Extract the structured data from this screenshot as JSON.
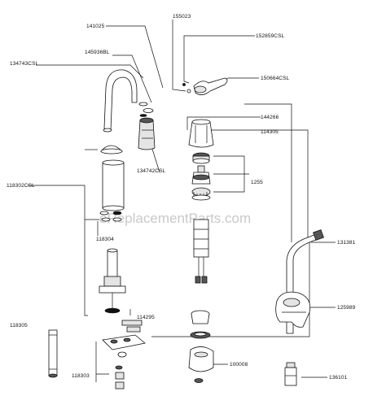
{
  "watermark": "eReplacementParts.com",
  "callouts": [
    {
      "id": "c-141025",
      "label": "141025"
    },
    {
      "id": "c-155023",
      "label": "155023"
    },
    {
      "id": "c-152859csl",
      "label": "152859CSL"
    },
    {
      "id": "c-145936bl",
      "label": "145936BL"
    },
    {
      "id": "c-134743csl",
      "label": "134743CSL"
    },
    {
      "id": "c-150664csl",
      "label": "150664CSL"
    },
    {
      "id": "c-144266",
      "label": "144266"
    },
    {
      "id": "c-114305",
      "label": "114305"
    },
    {
      "id": "c-134742csl",
      "label": "134742CSL"
    },
    {
      "id": "c-118302csl",
      "label": "118302CSL"
    },
    {
      "id": "c-1255",
      "label": "1255"
    },
    {
      "id": "c-118304",
      "label": "118304"
    },
    {
      "id": "c-131381",
      "label": "131381"
    },
    {
      "id": "c-114295",
      "label": "114295"
    },
    {
      "id": "c-125989",
      "label": "125989"
    },
    {
      "id": "c-118305",
      "label": "118305"
    },
    {
      "id": "c-100008",
      "label": "100008"
    },
    {
      "id": "c-118303",
      "label": "118303"
    },
    {
      "id": "c-136101",
      "label": "136101"
    }
  ]
}
